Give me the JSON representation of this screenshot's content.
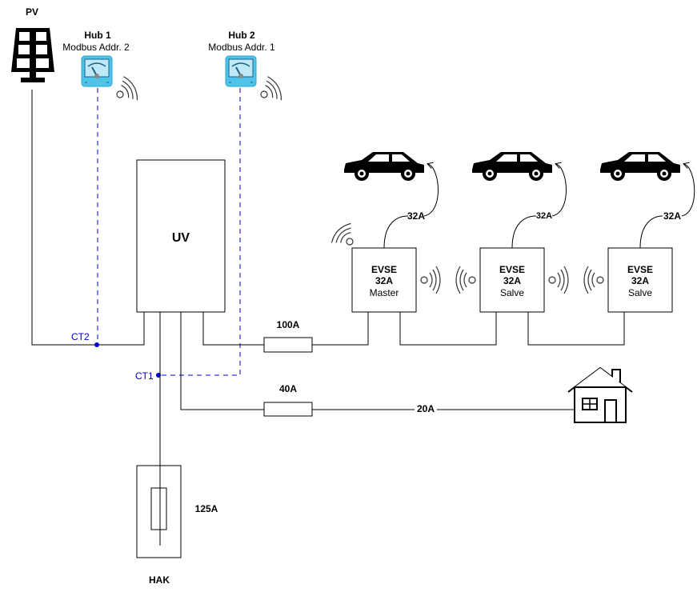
{
  "pv": {
    "label": "PV",
    "icon": "solar-panel-icon"
  },
  "hubs": [
    {
      "title": "Hub 1",
      "subtitle": "Modbus Addr. 2",
      "icon": "energy-meter-icon",
      "ct": "CT2"
    },
    {
      "title": "Hub 2",
      "subtitle": "Modbus Addr. 1",
      "icon": "energy-meter-icon",
      "ct": "CT1"
    }
  ],
  "distribution": {
    "label": "UV"
  },
  "hak": {
    "label": "HAK",
    "fuse": "125A"
  },
  "fuses": {
    "evse_feed": "100A",
    "house_feed": "40A",
    "house_line": "20A"
  },
  "evse": [
    {
      "title": "EVSE",
      "rating": "32A",
      "role": "Master",
      "cable": "32A"
    },
    {
      "title": "EVSE",
      "rating": "32A",
      "role": "Salve",
      "cable": "32A"
    },
    {
      "title": "EVSE",
      "rating": "32A",
      "role": "Salve",
      "cable": "32A"
    }
  ],
  "colors": {
    "signal": "#0000cc",
    "meter": "#4fc3e8"
  }
}
